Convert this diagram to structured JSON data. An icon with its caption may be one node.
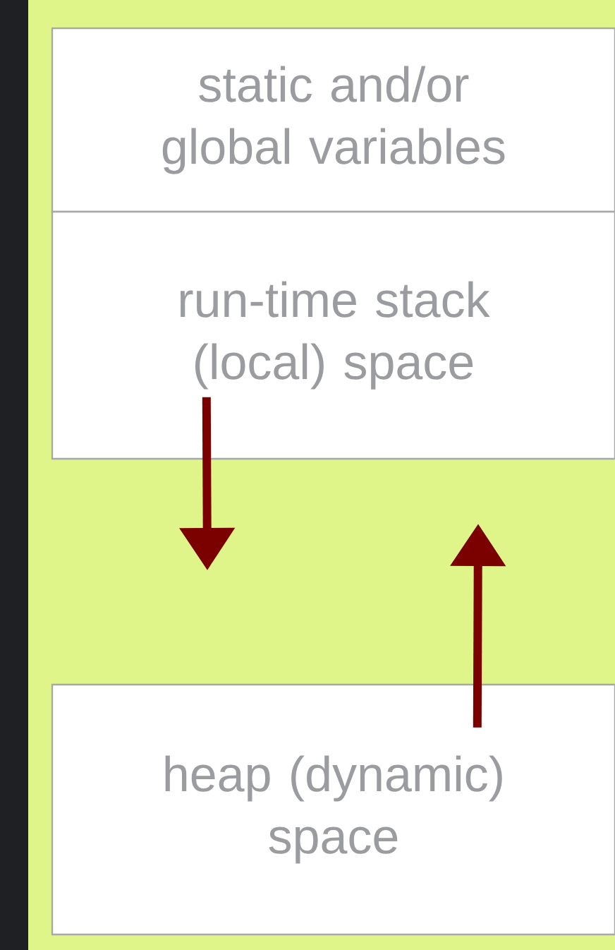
{
  "diagram": {
    "nodes": [
      {
        "text": [
          "static and/or global variables"
        ]
      },
      {
        "text": [
          "run-time stack (local) space"
        ]
      },
      {
        "text": [
          "heap (dynamic) space"
        ]
      }
    ],
    "edges": [
      {
        "from": 1,
        "to": null,
        "arrow": "to"
      },
      {
        "from": 2,
        "to": null,
        "arrow": "to"
      }
    ]
  }
}
